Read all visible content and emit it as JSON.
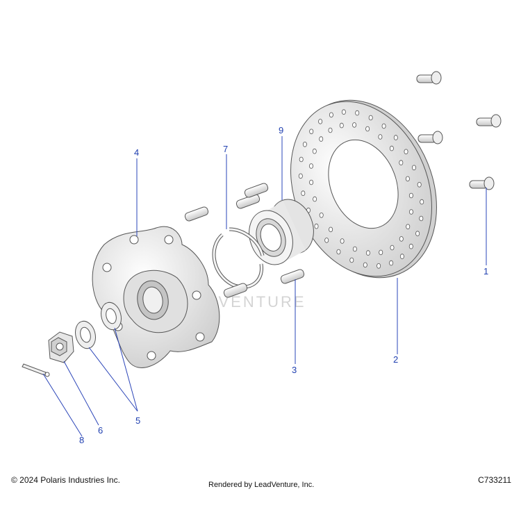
{
  "callouts": [
    {
      "id": "1",
      "label": "1"
    },
    {
      "id": "2",
      "label": "2"
    },
    {
      "id": "3",
      "label": "3"
    },
    {
      "id": "4",
      "label": "4"
    },
    {
      "id": "5",
      "label": "5"
    },
    {
      "id": "6",
      "label": "6"
    },
    {
      "id": "7",
      "label": "7"
    },
    {
      "id": "8",
      "label": "8"
    },
    {
      "id": "9",
      "label": "9"
    }
  ],
  "watermark": "LEADVENTURE",
  "footer": {
    "copyright": "© 2024 Polaris Industries Inc.",
    "rendered_by": "Rendered by LeadVenture, Inc.",
    "code": "C733211"
  },
  "colors": {
    "callout": "#1f3fb0",
    "part_fill": "#f2f2f2",
    "part_stroke": "#555555"
  }
}
